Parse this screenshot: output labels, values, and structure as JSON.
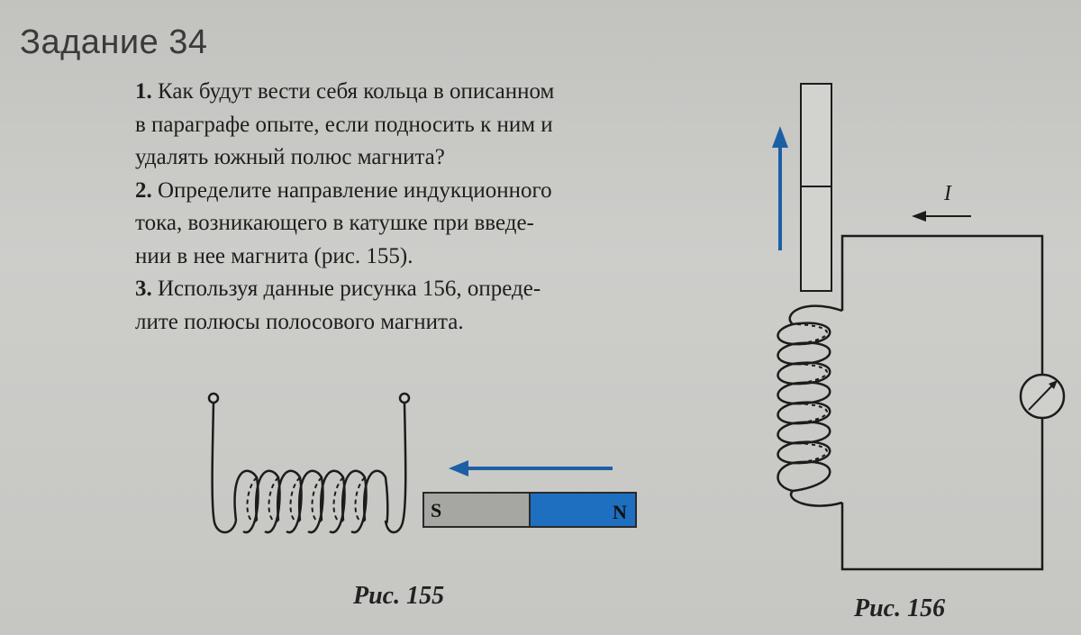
{
  "heading": "Задание 34",
  "tasks": [
    {
      "num": "1.",
      "lines": [
        "Как будут вести себя кольца в описанном",
        "в параграфе опыте, если подносить к ним и",
        "удалять южный полюс магнита?"
      ]
    },
    {
      "num": "2.",
      "lines": [
        "Определите направление индукционного",
        "тока, возникающего в катушке при введе-",
        "нии в нее магнита (рис. 155)."
      ]
    },
    {
      "num": "3.",
      "lines": [
        "Используя данные рисунка 156, опреде-",
        "лите полюсы полосового магнита."
      ]
    }
  ],
  "figure155": {
    "caption": "Рис. 155",
    "magnet_south_label": "S",
    "magnet_north_label": "N",
    "colors": {
      "south": "#a6a6a2",
      "north": "#1f6fc0",
      "arrow": "#1d5fa5"
    }
  },
  "figure156": {
    "caption": "Рис. 156",
    "current_label": "I",
    "colors": {
      "arrow": "#1d5fa5"
    }
  }
}
